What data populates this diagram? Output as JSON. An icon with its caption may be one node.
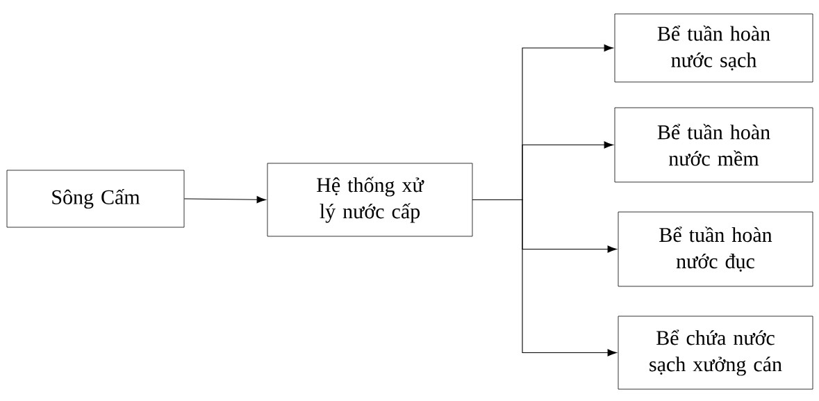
{
  "diagram": {
    "nodes": [
      {
        "text": [
          "Sông Cấm"
        ]
      },
      {
        "text": [
          "Hệ thống xử lý nước cấp"
        ]
      },
      {
        "text": [
          "Bể tuần hoàn nước sạch"
        ]
      },
      {
        "text": [
          "Bể tuần hoàn nước mềm"
        ]
      },
      {
        "text": [
          "Bể tuần hoàn nước đục"
        ]
      },
      {
        "text": [
          "Bể chứa nước sạch xưởng cán"
        ]
      }
    ],
    "edges": [
      {
        "from": 0,
        "to": 1,
        "arrow": "to"
      },
      {
        "from": 1,
        "to": 2,
        "arrow": "to"
      },
      {
        "from": 1,
        "to": 3,
        "arrow": "to"
      },
      {
        "from": 1,
        "to": 4,
        "arrow": "to"
      },
      {
        "from": 1,
        "to": 5,
        "arrow": "to"
      }
    ]
  }
}
